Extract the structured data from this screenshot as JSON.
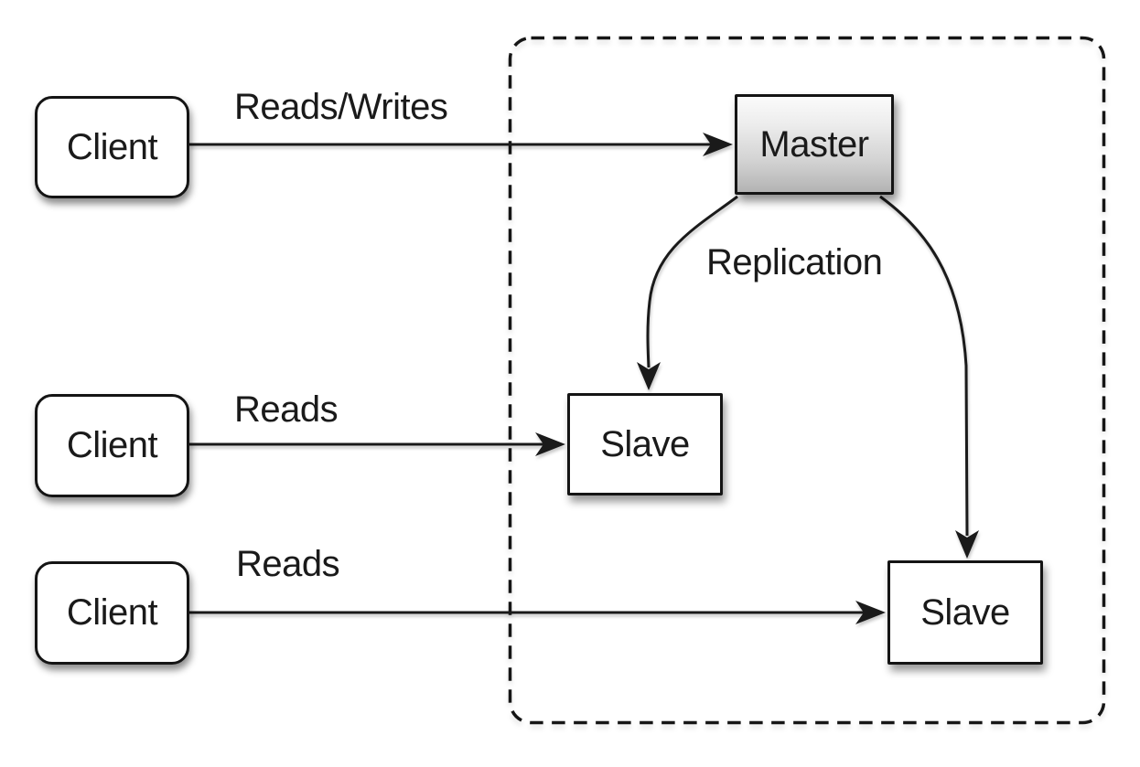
{
  "nodes": {
    "client1": {
      "label": "Client"
    },
    "client2": {
      "label": "Client"
    },
    "client3": {
      "label": "Client"
    },
    "master": {
      "label": "Master"
    },
    "slave1": {
      "label": "Slave"
    },
    "slave2": {
      "label": "Slave"
    }
  },
  "edge_labels": {
    "client1_to_master": "Reads/Writes",
    "client2_to_slave1": "Reads",
    "client3_to_slave2": "Reads",
    "master_to_slaves": "Replication"
  },
  "colors": {
    "line": "#1a1a1a",
    "node_border": "#141414",
    "node_fill": "#ffffff",
    "master_fill_top": "#fbfbfb",
    "master_fill_bottom": "#b3b3b3",
    "text": "#1a1a1a",
    "background": "#ffffff"
  }
}
